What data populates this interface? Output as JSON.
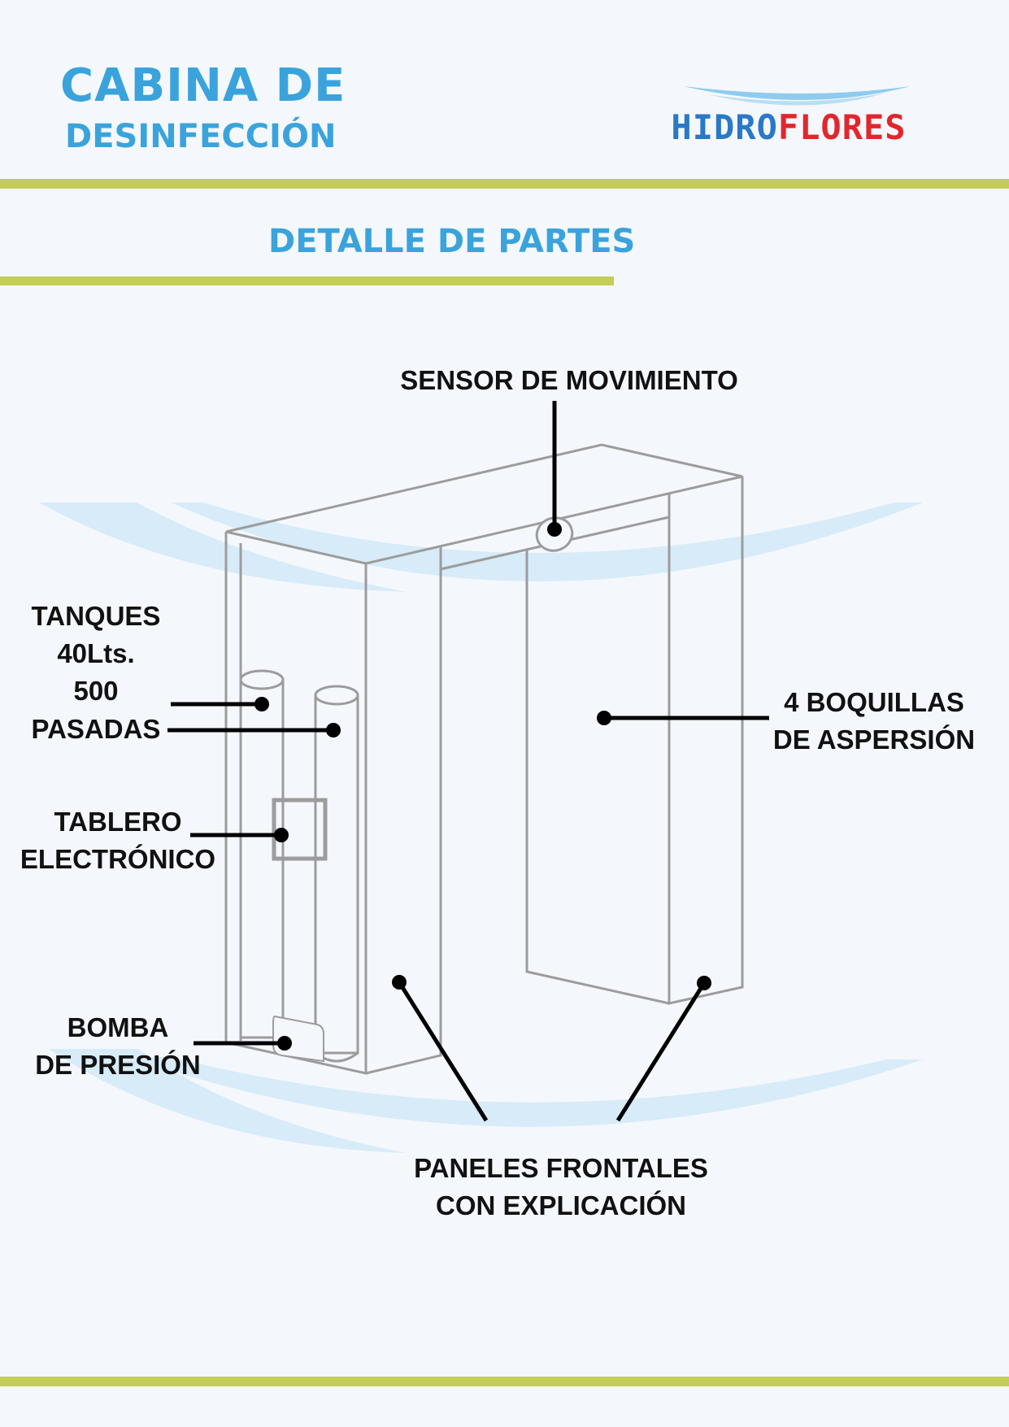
{
  "header": {
    "title_line1": "CABINA DE",
    "title_line2": "DESINFECCIÓN",
    "logo_part1": "HIDRO",
    "logo_part2": "FLORES"
  },
  "section": {
    "title": "DETALLE DE PARTES"
  },
  "labels": {
    "sensor": "SENSOR DE MOVIMIENTO",
    "tanques": [
      "TANQUES",
      "40Lts.",
      "500",
      "PASADAS"
    ],
    "boquillas": [
      "4 BOQUILLAS",
      "DE ASPERSIÓN"
    ],
    "tablero": [
      "TABLERO",
      "ELECTRÓNICO"
    ],
    "bomba": [
      "BOMBA",
      "DE PRESIÓN"
    ],
    "paneles": [
      "PANELES FRONTALES",
      "CON EXPLICACIÓN"
    ]
  },
  "colors": {
    "accent_blue": "#3ba3dc",
    "band_green": "#c3cd58",
    "logo_blue": "#2a78c8",
    "logo_red": "#e2262c",
    "swoosh": "#d7ebf8",
    "outline": "#9c9c9c"
  }
}
